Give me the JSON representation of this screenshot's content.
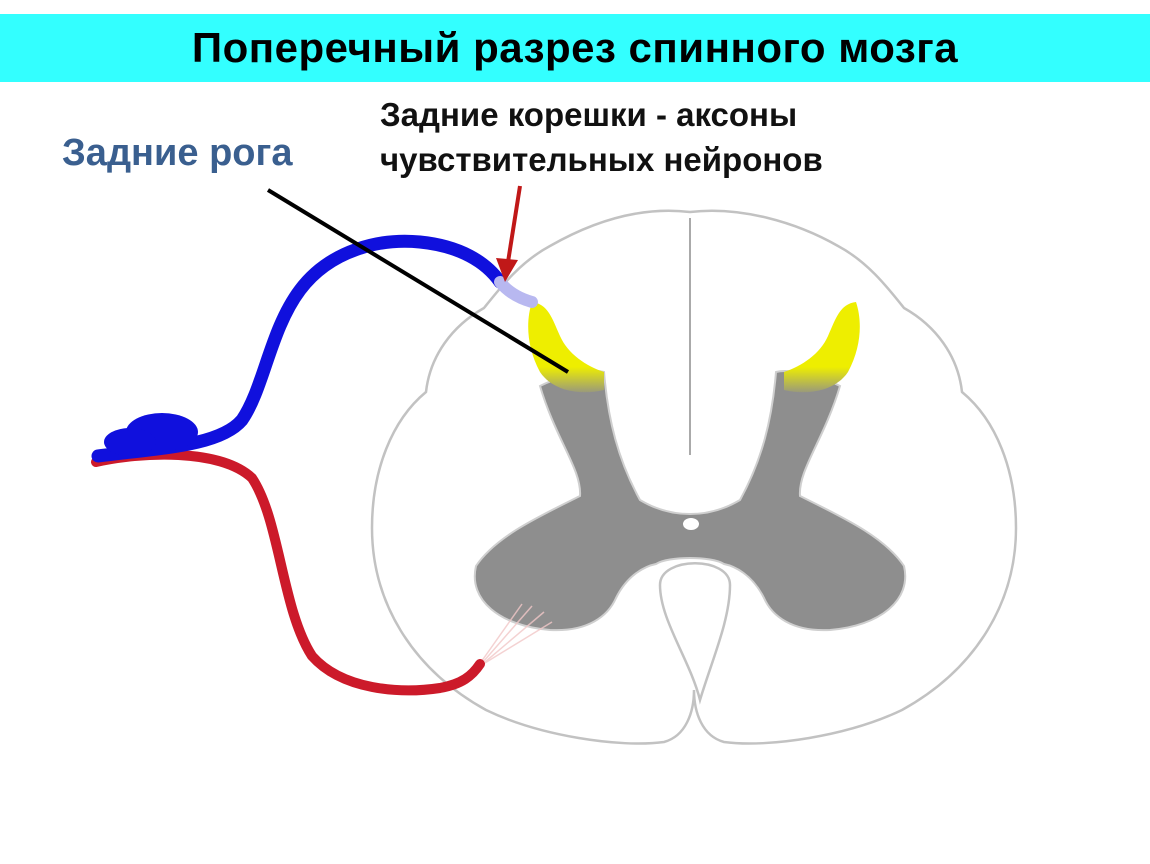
{
  "title": "Поперечный разрез спинного мозга",
  "labels": {
    "dorsal_horns": "Задние рога",
    "dorsal_roots_line1": "Задние корешки - аксоны",
    "dorsal_roots_line2": "чувствительных нейронов"
  },
  "colors": {
    "title_background": "#33ffff",
    "dorsal_horns_label": "#3a5f8f",
    "sensory_neuron": "#1010dd",
    "motor_neuron": "#cc1a2a",
    "gray_matter": "#8e8e8e",
    "dorsal_horn_highlight": "#eeee00",
    "pointer_arrow": "#c01818"
  }
}
